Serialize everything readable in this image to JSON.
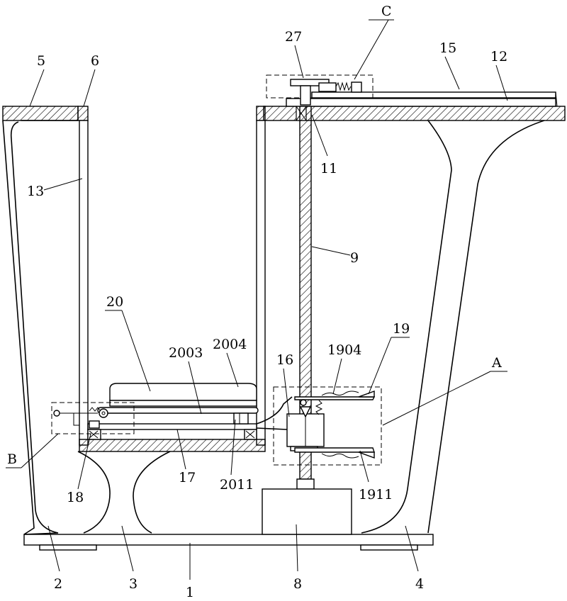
{
  "labels": {
    "l1": "1",
    "l2": "2",
    "l3": "3",
    "l4": "4",
    "l5": "5",
    "l6": "6",
    "l8": "8",
    "l9": "9",
    "l11": "11",
    "l12": "12",
    "l13": "13",
    "l15": "15",
    "l16": "16",
    "l17": "17",
    "l18": "18",
    "l19": "19",
    "l20": "20",
    "l27": "27",
    "l2003": "2003",
    "l2004": "2004",
    "l2011": "2011",
    "l1904": "1904",
    "l1911": "1911",
    "lA": "A",
    "lB": "B",
    "lC": "C"
  }
}
